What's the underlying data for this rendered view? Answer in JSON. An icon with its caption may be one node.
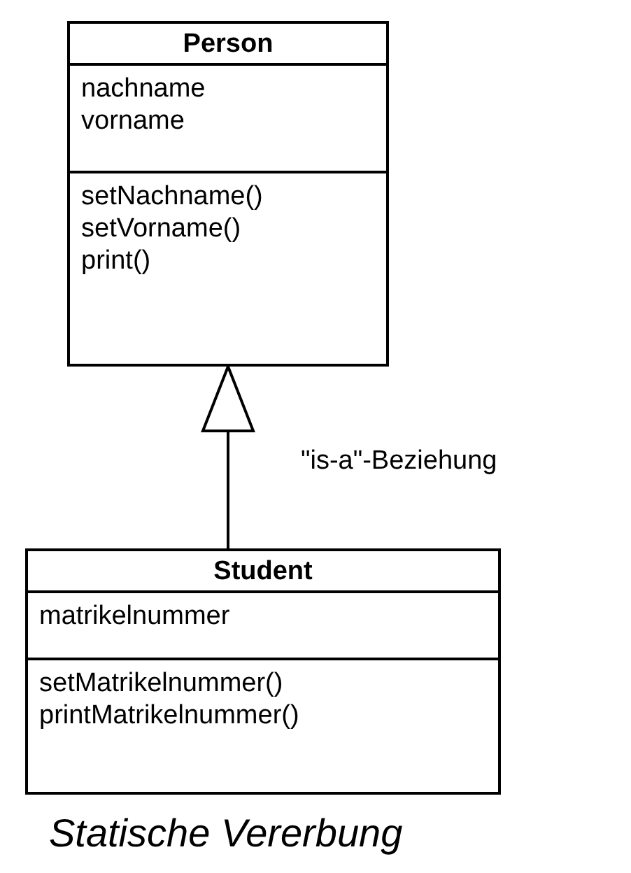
{
  "diagram": {
    "caption": "Statische Vererbung",
    "nodes": [
      {
        "text": [
          "Person"
        ]
      },
      {
        "text": [
          "nachname",
          "vorname"
        ],
        "in": 0
      },
      {
        "text": [
          "setNachname()",
          "setVorname()",
          "print()"
        ],
        "in": 0
      },
      {
        "text": [
          "Student"
        ]
      },
      {
        "text": [
          "matrikelnummer"
        ],
        "in": 3
      },
      {
        "text": [
          "setMatrikelnummer()",
          "printMatrikelnummer()"
        ],
        "in": 3
      }
    ],
    "edges": [
      {
        "from": 3,
        "to": 0,
        "arrow": "to",
        "label": "\"is-a\"-Beziehung"
      }
    ]
  }
}
